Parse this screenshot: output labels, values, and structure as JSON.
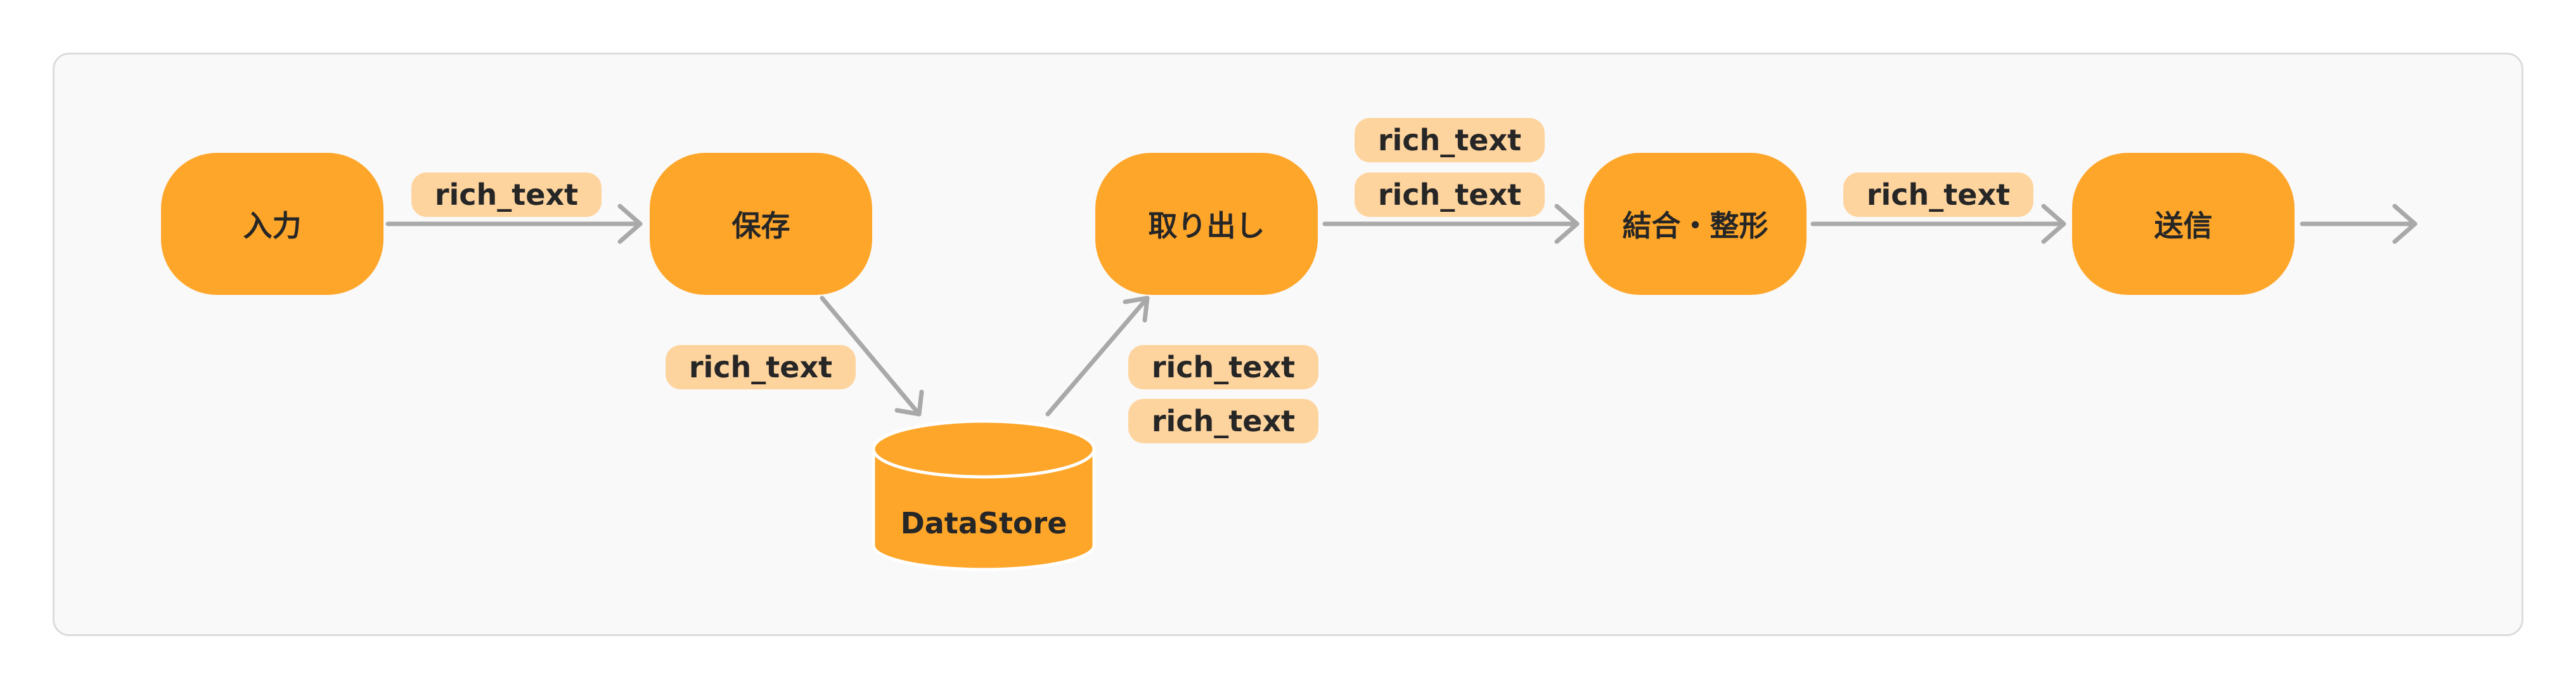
{
  "nodes": {
    "input": "入力",
    "save": "保存",
    "retrieve": "取り出し",
    "merge": "結合・整形",
    "send": "送信",
    "datastore": "DataStore"
  },
  "edge_labels": {
    "input_to_save": "rich_text",
    "save_to_store": "rich_text",
    "store_to_retrieve_1": "rich_text",
    "store_to_retrieve_2": "rich_text",
    "retrieve_to_merge_1": "rich_text",
    "retrieve_to_merge_2": "rich_text",
    "merge_to_send": "rich_text"
  },
  "colors": {
    "node_fill": "#fea62a",
    "label_fill": "#fed49e",
    "arrow": "#a9a9a9",
    "panel_bg": "#f9f9f9",
    "text": "#262626"
  }
}
